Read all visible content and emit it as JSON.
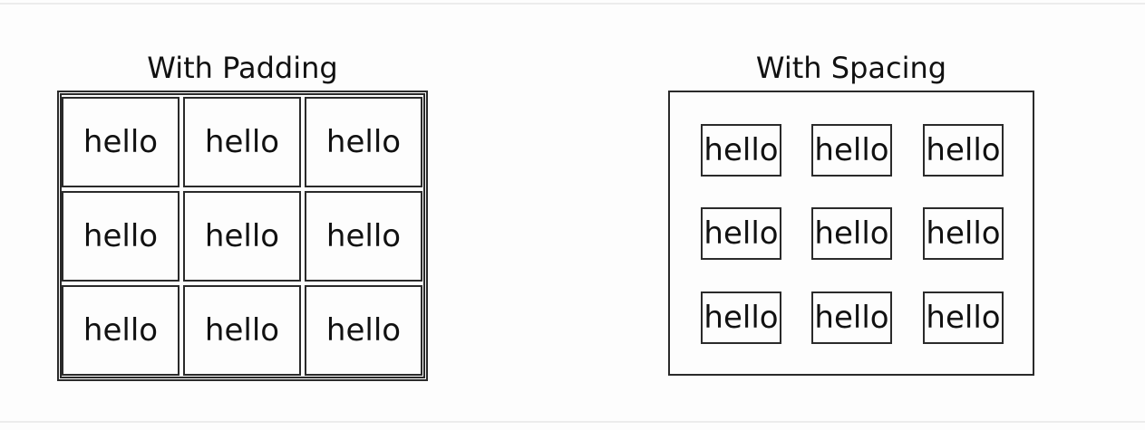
{
  "padding_table": {
    "caption": "With Padding",
    "rows": [
      [
        "hello",
        "hello",
        "hello"
      ],
      [
        "hello",
        "hello",
        "hello"
      ],
      [
        "hello",
        "hello",
        "hello"
      ]
    ]
  },
  "spacing_table": {
    "caption": "With Spacing",
    "rows": [
      [
        "hello",
        "hello",
        "hello"
      ],
      [
        "hello",
        "hello",
        "hello"
      ],
      [
        "hello",
        "hello",
        "hello"
      ]
    ]
  }
}
